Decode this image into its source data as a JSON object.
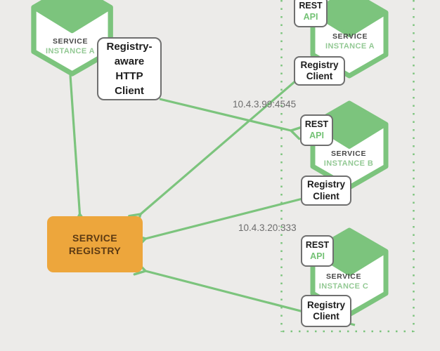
{
  "colors": {
    "background": "#ecebe9",
    "green": "#7cc47d",
    "instance_text_green": "#93c994",
    "api_text_green": "#74c275",
    "registry_box_orange": "#eda63c",
    "registry_text_brown": "#5c3a13",
    "box_border_gray": "#6f6f6f",
    "dark_text": "#1d1d1d",
    "ip_text_gray": "#6d6d6d"
  },
  "diagram": {
    "client_hexagon": {
      "service": "SERVICE",
      "instance": "INSTANCE A"
    },
    "http_client_box": {
      "line1": "Registry-",
      "line2": "aware",
      "line3": "HTTP",
      "line4": "Client"
    },
    "service_registry": {
      "line1": "SERVICE",
      "line2": "REGISTRY"
    },
    "endpoint_labels": {
      "instance_b": "10.4.3.99:4545",
      "instance_c": "10.4.3.20:333"
    },
    "instances": [
      {
        "service": "SERVICE",
        "instance": "INSTANCE A",
        "rest": "REST",
        "api": "API",
        "registry_client_line1": "Registry",
        "registry_client_line2": "Client"
      },
      {
        "service": "SERVICE",
        "instance": "INSTANCE B",
        "rest": "REST",
        "api": "API",
        "registry_client_line1": "Registry",
        "registry_client_line2": "Client"
      },
      {
        "service": "SERVICE",
        "instance": "INSTANCE C",
        "rest": "REST",
        "api": "API",
        "registry_client_line1": "Registry",
        "registry_client_line2": "Client"
      }
    ]
  }
}
